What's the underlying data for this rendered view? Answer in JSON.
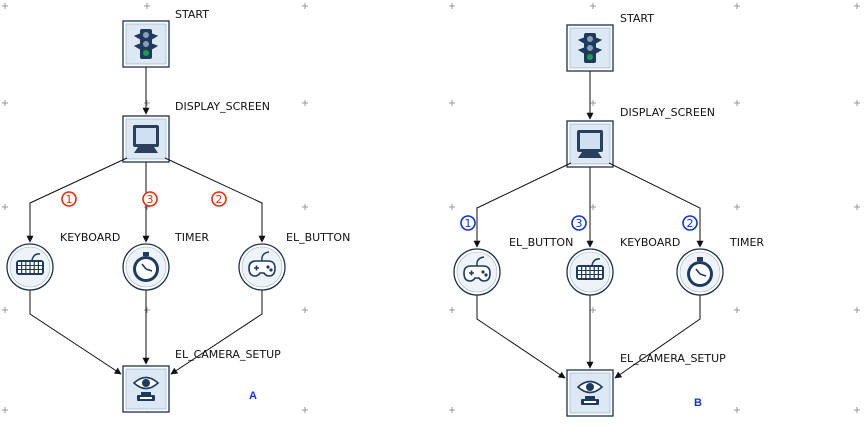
{
  "colors": {
    "edge": "#111111",
    "node_border": "#1b3150",
    "node_fill": "#dce8f3",
    "icon_dark": "#1f3a5f",
    "badge_a": "#e03010",
    "badge_b": "#1133cc",
    "tag": "#1133cc",
    "grid": "#999999"
  },
  "panels": [
    {
      "tag": "A",
      "badge_color": "#e03010",
      "nodes": {
        "start": {
          "label": "START",
          "icon": "traffic-light-icon"
        },
        "display": {
          "label": "DISPLAY_SCREEN",
          "icon": "monitor-icon"
        },
        "branch1": {
          "label": "KEYBOARD",
          "icon": "keyboard-icon"
        },
        "branch2": {
          "label": "TIMER",
          "icon": "stopwatch-icon"
        },
        "branch3": {
          "label": "EL_BUTTON",
          "icon": "gamepad-icon"
        },
        "camera": {
          "label": "EL_CAMERA_SETUP",
          "icon": "eye-camera-icon"
        }
      },
      "badges": [
        "1",
        "3",
        "2"
      ]
    },
    {
      "tag": "B",
      "badge_color": "#1133cc",
      "nodes": {
        "start": {
          "label": "START",
          "icon": "traffic-light-icon"
        },
        "display": {
          "label": "DISPLAY_SCREEN",
          "icon": "monitor-icon"
        },
        "branch1": {
          "label": "EL_BUTTON",
          "icon": "gamepad-icon"
        },
        "branch2": {
          "label": "KEYBOARD",
          "icon": "keyboard-icon"
        },
        "branch3": {
          "label": "TIMER",
          "icon": "stopwatch-icon"
        },
        "camera": {
          "label": "EL_CAMERA_SETUP",
          "icon": "eye-camera-icon"
        }
      },
      "badges": [
        "1",
        "3",
        "2"
      ]
    }
  ]
}
